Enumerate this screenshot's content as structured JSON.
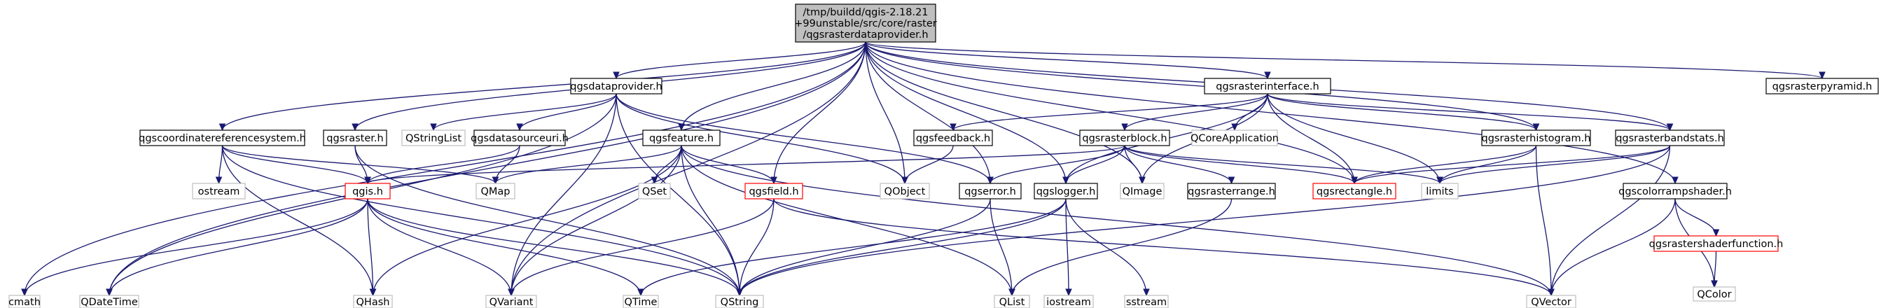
{
  "colors": {
    "edge": "#191970",
    "root_fill": "#bfbfbf",
    "documented_border": "#000000",
    "missing_border": "#ff0000",
    "external_border": "#bfbfbf"
  },
  "nodes": [
    {
      "id": "root",
      "lines": [
        "/tmp/buildd/qgis-2.18.21",
        "+99unstable/src/core/raster",
        "/qgsrasterdataprovider.h"
      ],
      "kind": "root"
    },
    {
      "id": "cmath",
      "lines": [
        "cmath"
      ],
      "kind": "external"
    },
    {
      "id": "qgsdataprovider",
      "lines": [
        "qgsdataprovider.h"
      ],
      "kind": "documented"
    },
    {
      "id": "qgsrasterinterface",
      "lines": [
        "qgsrasterinterface.h"
      ],
      "kind": "documented"
    },
    {
      "id": "qgsrasterpyramid",
      "lines": [
        "qgsrasterpyramid.h"
      ],
      "kind": "documented"
    },
    {
      "id": "qgscoordinatereferencesystem",
      "lines": [
        "qgscoordinatereferencesystem.h"
      ],
      "kind": "documented"
    },
    {
      "id": "qgsraster",
      "lines": [
        "qgsraster.h"
      ],
      "kind": "documented"
    },
    {
      "id": "qstringlist",
      "lines": [
        "QStringList"
      ],
      "kind": "external"
    },
    {
      "id": "qgsdatasourceuri",
      "lines": [
        "qgsdatasourceuri.h"
      ],
      "kind": "documented"
    },
    {
      "id": "qgsfeature",
      "lines": [
        "qgsfeature.h"
      ],
      "kind": "documented"
    },
    {
      "id": "qgsfeedback",
      "lines": [
        "qgsfeedback.h"
      ],
      "kind": "documented"
    },
    {
      "id": "qgsrasterblock",
      "lines": [
        "qgsrasterblock.h"
      ],
      "kind": "documented"
    },
    {
      "id": "qcoreapplication",
      "lines": [
        "QCoreApplication"
      ],
      "kind": "external"
    },
    {
      "id": "qgsrasterhistogram",
      "lines": [
        "qgsrasterhistogram.h"
      ],
      "kind": "documented"
    },
    {
      "id": "qgsrasterbandstats",
      "lines": [
        "qgsrasterbandstats.h"
      ],
      "kind": "documented"
    },
    {
      "id": "ostream",
      "lines": [
        "ostream"
      ],
      "kind": "external"
    },
    {
      "id": "qgis",
      "lines": [
        "qgis.h"
      ],
      "kind": "missing"
    },
    {
      "id": "qmap",
      "lines": [
        "QMap"
      ],
      "kind": "external"
    },
    {
      "id": "qset",
      "lines": [
        "QSet"
      ],
      "kind": "external"
    },
    {
      "id": "qgsfield",
      "lines": [
        "qgsfield.h"
      ],
      "kind": "missing"
    },
    {
      "id": "qobject",
      "lines": [
        "QObject"
      ],
      "kind": "external"
    },
    {
      "id": "qgserror",
      "lines": [
        "qgserror.h"
      ],
      "kind": "documented"
    },
    {
      "id": "qgslogger",
      "lines": [
        "qgslogger.h"
      ],
      "kind": "documented"
    },
    {
      "id": "qimage",
      "lines": [
        "QImage"
      ],
      "kind": "external"
    },
    {
      "id": "qgsrasterrange",
      "lines": [
        "qgsrasterrange.h"
      ],
      "kind": "documented"
    },
    {
      "id": "qgsrectangle",
      "lines": [
        "qgsrectangle.h"
      ],
      "kind": "missing"
    },
    {
      "id": "limits",
      "lines": [
        "limits"
      ],
      "kind": "external"
    },
    {
      "id": "qgscolorrampshader",
      "lines": [
        "qgscolorrampshader.h"
      ],
      "kind": "documented"
    },
    {
      "id": "qdatetime",
      "lines": [
        "QDateTime"
      ],
      "kind": "external"
    },
    {
      "id": "qhash",
      "lines": [
        "QHash"
      ],
      "kind": "external"
    },
    {
      "id": "qvariant",
      "lines": [
        "QVariant"
      ],
      "kind": "external"
    },
    {
      "id": "qtime",
      "lines": [
        "QTime"
      ],
      "kind": "external"
    },
    {
      "id": "qstring",
      "lines": [
        "QString"
      ],
      "kind": "external"
    },
    {
      "id": "qlist",
      "lines": [
        "QList"
      ],
      "kind": "external"
    },
    {
      "id": "iostream",
      "lines": [
        "iostream"
      ],
      "kind": "external"
    },
    {
      "id": "sstream",
      "lines": [
        "sstream"
      ],
      "kind": "external"
    },
    {
      "id": "qvector",
      "lines": [
        "QVector"
      ],
      "kind": "external"
    },
    {
      "id": "qgsrastershaderfunction",
      "lines": [
        "qgsrastershaderfunction.h"
      ],
      "kind": "missing"
    },
    {
      "id": "qcolor",
      "lines": [
        "QColor"
      ],
      "kind": "external"
    }
  ],
  "edges": [
    [
      "root",
      "cmath"
    ],
    [
      "root",
      "qgsdataprovider"
    ],
    [
      "root",
      "qgsrasterinterface"
    ],
    [
      "root",
      "qgsrasterpyramid"
    ],
    [
      "root",
      "qgscoordinatereferencesystem"
    ],
    [
      "root",
      "qgsraster"
    ],
    [
      "root",
      "qgsfeature"
    ],
    [
      "root",
      "qgsfield"
    ],
    [
      "root",
      "qobject"
    ],
    [
      "root",
      "qgslogger"
    ],
    [
      "root",
      "qimage"
    ],
    [
      "root",
      "qgsrectangle"
    ],
    [
      "root",
      "qgsrasterhistogram"
    ],
    [
      "root",
      "qgsrasterbandstats"
    ],
    [
      "root",
      "qgscolorrampshader"
    ],
    [
      "root",
      "qdatetime"
    ],
    [
      "root",
      "qvariant"
    ],
    [
      "root",
      "qgserror"
    ],
    [
      "qgsdataprovider",
      "qdatetime"
    ],
    [
      "qgsdataprovider",
      "qstringlist"
    ],
    [
      "qgsdataprovider",
      "qgsdatasourceuri"
    ],
    [
      "qgsdataprovider",
      "qobject"
    ],
    [
      "qgsdataprovider",
      "qgserror"
    ],
    [
      "qgsdataprovider",
      "qstring"
    ],
    [
      "qgsdataprovider",
      "qvariant"
    ],
    [
      "qgscoordinatereferencesystem",
      "ostream"
    ],
    [
      "qgscoordinatereferencesystem",
      "qgis"
    ],
    [
      "qgscoordinatereferencesystem",
      "qmap"
    ],
    [
      "qgscoordinatereferencesystem",
      "qhash"
    ],
    [
      "qgscoordinatereferencesystem",
      "qstring"
    ],
    [
      "qgsraster",
      "qgis"
    ],
    [
      "qgsraster",
      "qstring"
    ],
    [
      "qgsdatasourceuri",
      "qgis"
    ],
    [
      "qgsdatasourceuri",
      "qmap"
    ],
    [
      "qgsfeature",
      "qmap"
    ],
    [
      "qgsfeature",
      "qset"
    ],
    [
      "qgsfeature",
      "qgsfield"
    ],
    [
      "qgsfeature",
      "qstring"
    ],
    [
      "qgsfeature",
      "qvariant"
    ],
    [
      "qgsfeature",
      "qhash"
    ],
    [
      "qgsfeature",
      "qlist"
    ],
    [
      "qgsfeature",
      "qvector"
    ],
    [
      "qgsrasterinterface",
      "qgsfeedback"
    ],
    [
      "qgsrasterinterface",
      "qgsrasterblock"
    ],
    [
      "qgsrasterinterface",
      "qcoreapplication"
    ],
    [
      "qgsrasterinterface",
      "qgsrasterhistogram"
    ],
    [
      "qgsrasterinterface",
      "qgsrasterbandstats"
    ],
    [
      "qgsrasterinterface",
      "qgslogger"
    ],
    [
      "qgsrasterinterface",
      "qimage"
    ],
    [
      "qgsrasterinterface",
      "qgsrectangle"
    ],
    [
      "qgsrasterinterface",
      "limits"
    ],
    [
      "qgsfeedback",
      "qobject"
    ],
    [
      "qgsrasterblock",
      "qgis"
    ],
    [
      "qgsrasterblock",
      "qgserror"
    ],
    [
      "qgsrasterblock",
      "qgslogger"
    ],
    [
      "qgsrasterblock",
      "qimage"
    ],
    [
      "qgsrasterblock",
      "qgsrasterrange"
    ],
    [
      "qgsrasterblock",
      "qgsrectangle"
    ],
    [
      "qgsrasterblock",
      "limits"
    ],
    [
      "qgsrasterhistogram",
      "qgsrectangle"
    ],
    [
      "qgsrasterhistogram",
      "limits"
    ],
    [
      "qgsrasterhistogram",
      "qvector"
    ],
    [
      "qgsrasterbandstats",
      "qgsrectangle"
    ],
    [
      "qgsrasterbandstats",
      "limits"
    ],
    [
      "qgsrasterbandstats",
      "qstring"
    ],
    [
      "qgsrasterbandstats",
      "qvector"
    ],
    [
      "qgscolorrampshader",
      "qgsrastershaderfunction"
    ],
    [
      "qgscolorrampshader",
      "qcolor"
    ],
    [
      "qgscolorrampshader",
      "qvector"
    ],
    [
      "qgsrastershaderfunction",
      "qcolor"
    ],
    [
      "qgis",
      "cmath"
    ],
    [
      "qgis",
      "qdatetime"
    ],
    [
      "qgis",
      "qhash"
    ],
    [
      "qgis",
      "qvariant"
    ],
    [
      "qgis",
      "qtime"
    ],
    [
      "qgis",
      "qstring"
    ],
    [
      "qgsfield",
      "qstring"
    ],
    [
      "qgsfield",
      "qvariant"
    ],
    [
      "qgsfield",
      "qvector"
    ],
    [
      "qgserror",
      "qlist"
    ],
    [
      "qgserror",
      "qstring"
    ],
    [
      "qgslogger",
      "iostream"
    ],
    [
      "qgslogger",
      "sstream"
    ],
    [
      "qgslogger",
      "qstring"
    ],
    [
      "qgslogger",
      "qtime"
    ],
    [
      "qgsrasterrange",
      "qlist"
    ]
  ]
}
